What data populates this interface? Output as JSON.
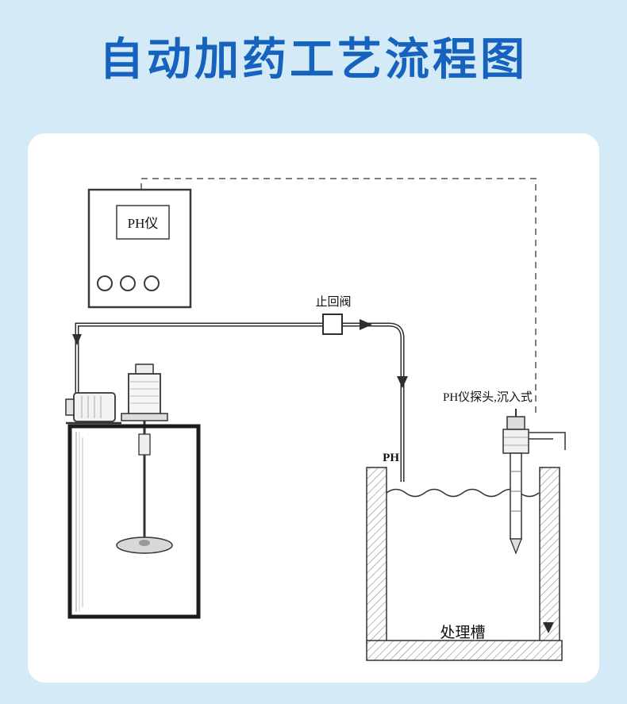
{
  "page": {
    "title": "自动加药工艺流程图"
  },
  "colors": {
    "background": "#d4eaf7",
    "title": "#1563be",
    "card": "#ffffff",
    "line": "#2e2e2e"
  },
  "diagram": {
    "ph_meter_label": "PH仪",
    "check_valve_label": "止回阀",
    "ph_label": "PH",
    "probe_label": "PH仪探头,沉入式",
    "treatment_tank_label": "处理槽"
  }
}
